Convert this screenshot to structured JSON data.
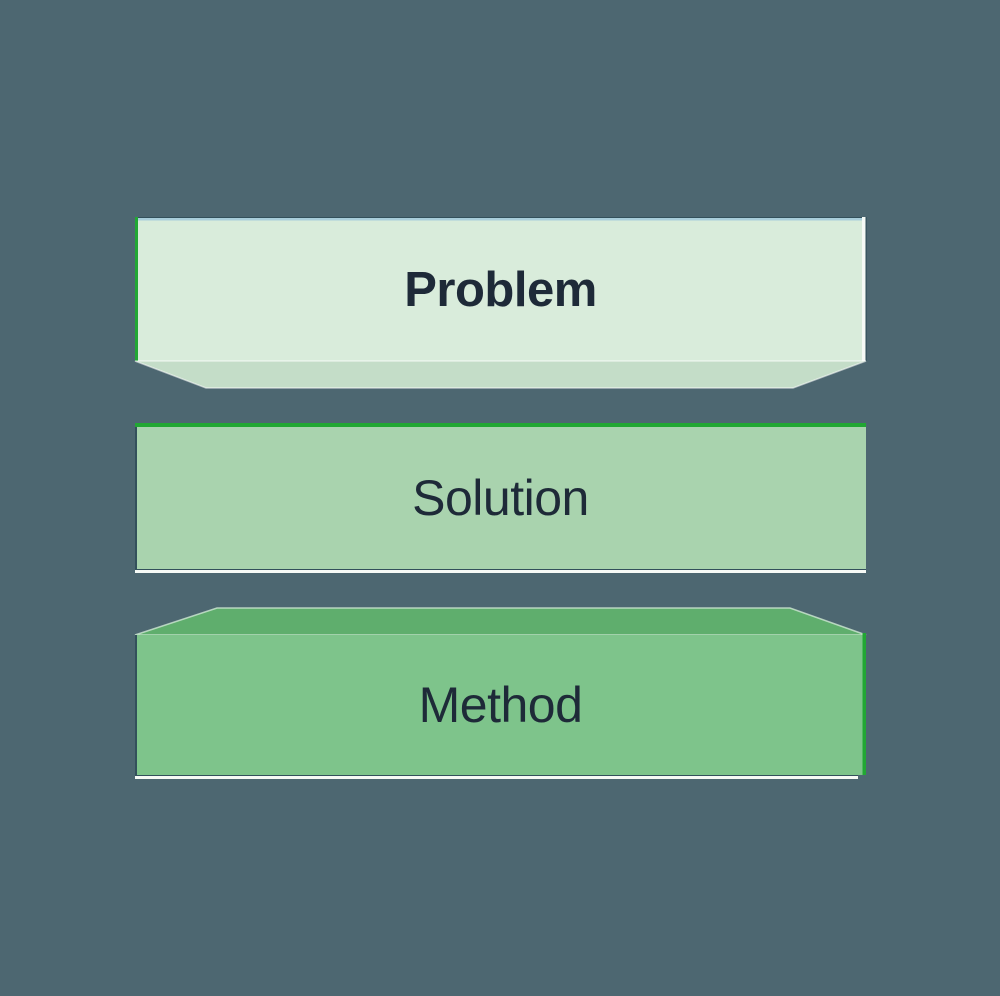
{
  "diagram": {
    "description": "Three stacked 3D slab shapes on a slate background",
    "stages": [
      {
        "label": "Problem",
        "face_color": "#d9ecdb",
        "bevel_color": "#c4ddc8",
        "text_bold": true
      },
      {
        "label": "Solution",
        "face_color": "#a9d3ae",
        "bevel_color": null,
        "text_bold": false
      },
      {
        "label": "Method",
        "face_color": "#7ec48b",
        "bevel_color": "#5fae6d",
        "text_bold": false
      }
    ]
  },
  "colors": {
    "background": "#4d6771",
    "text": "#1e2a38",
    "problem_face": "#d9ecdb",
    "problem_bevel": "#c4ddc8",
    "problem_top_highlight": "#a9cedb",
    "solution_face": "#a9d3ae",
    "method_top_face": "#5fae6d",
    "method_face": "#7ec48b",
    "green_edge": "#21a733",
    "edge_white": "#f6faf6",
    "edge_dark": "#33505b"
  }
}
